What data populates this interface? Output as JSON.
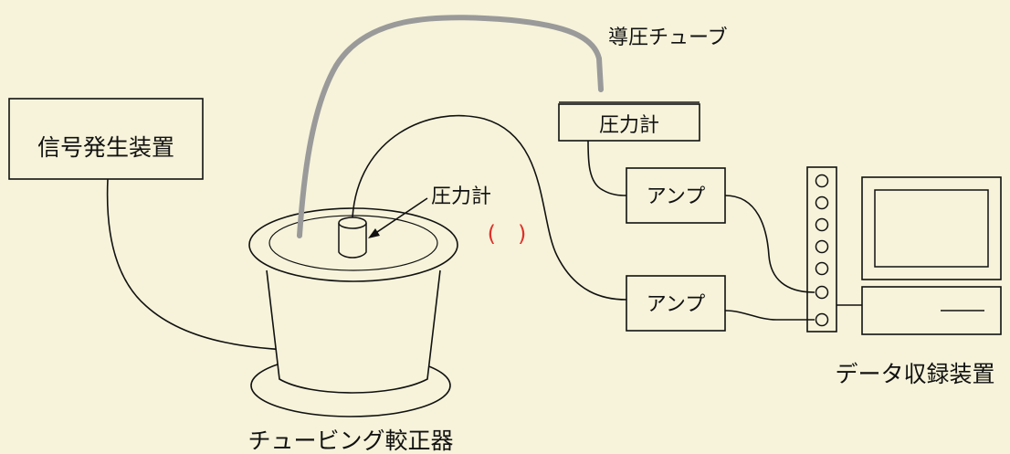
{
  "labels": {
    "signal_generator": "信号発生装置",
    "pressure_tube": "導圧チューブ",
    "pressure_gauge_top": "圧力計",
    "pressure_gauge_vessel": "圧力計",
    "amp_top": "アンプ",
    "amp_bottom": "アンプ",
    "data_logger": "データ収録装置",
    "tubing_calibrator": "チュービング較正器",
    "blank": "(　)"
  },
  "colors": {
    "background": "#f6f3da",
    "line": "#111111",
    "tube": "#9a9a9a",
    "blank_marker": "#e0302a"
  }
}
